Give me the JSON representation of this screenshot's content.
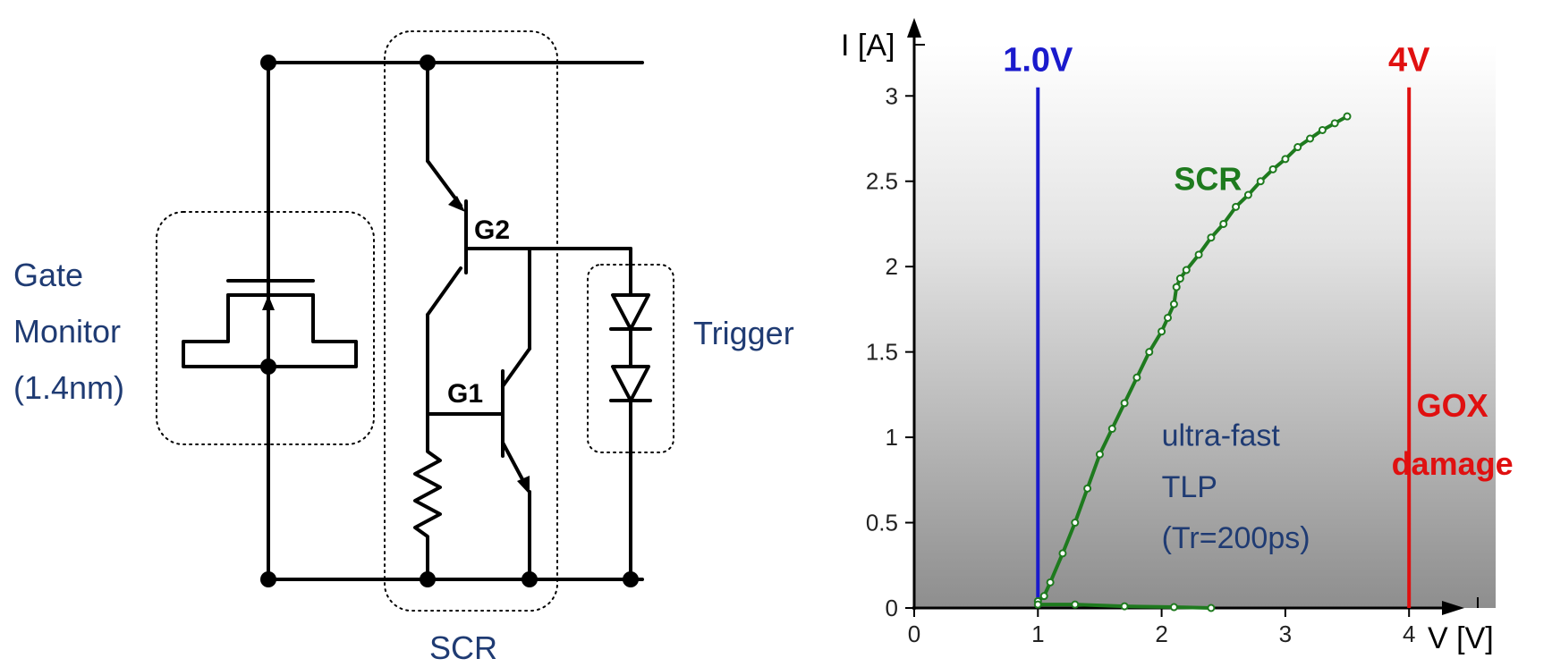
{
  "schematic": {
    "gate_monitor_label": [
      "Gate",
      "Monitor",
      "(1.4nm)"
    ],
    "trigger_label": "Trigger",
    "scr_label": "SCR",
    "g1_label": "G1",
    "g2_label": "G2"
  },
  "chart_data": {
    "type": "line",
    "xlabel": "V [V]",
    "ylabel": "I [A]",
    "xlim": [
      0,
      4.7
    ],
    "ylim": [
      0,
      3.3
    ],
    "x_ticks": [
      0,
      1,
      2,
      3,
      4
    ],
    "y_ticks": [
      0,
      0.5,
      1,
      1.5,
      2,
      2.5,
      3
    ],
    "series": [
      {
        "name": "SCR",
        "color": "#1e7a1e",
        "x": [
          1.0,
          1.05,
          1.1,
          1.2,
          1.3,
          1.4,
          1.5,
          1.6,
          1.7,
          1.8,
          1.9,
          2.0,
          2.05,
          2.1,
          2.12,
          2.15,
          2.2,
          2.3,
          2.4,
          2.5,
          2.6,
          2.7,
          2.8,
          2.9,
          3.0,
          3.1,
          3.2,
          3.3,
          3.4,
          3.5
        ],
        "y": [
          0.04,
          0.07,
          0.15,
          0.32,
          0.5,
          0.7,
          0.9,
          1.05,
          1.2,
          1.35,
          1.5,
          1.62,
          1.7,
          1.78,
          1.88,
          1.93,
          1.98,
          2.07,
          2.17,
          2.25,
          2.35,
          2.42,
          2.5,
          2.57,
          2.63,
          2.7,
          2.75,
          2.8,
          2.84,
          2.88
        ]
      },
      {
        "name": "",
        "color": "#1e7a1e",
        "x": [
          1.0,
          1.3,
          1.7,
          2.1,
          2.4
        ],
        "y": [
          0.02,
          0.02,
          0.01,
          0.005,
          0.0
        ]
      }
    ],
    "vlines": [
      {
        "x": 1.0,
        "label": "1.0V",
        "color": "#1a1acc"
      },
      {
        "x": 4.0,
        "label": "4V",
        "color": "#e01010"
      }
    ],
    "annotations": {
      "scr_label": "SCR",
      "tlp_label": [
        "ultra-fast",
        "TLP",
        "(Tr=200ps)"
      ],
      "gox_label": [
        "GOX",
        "damage"
      ]
    }
  }
}
